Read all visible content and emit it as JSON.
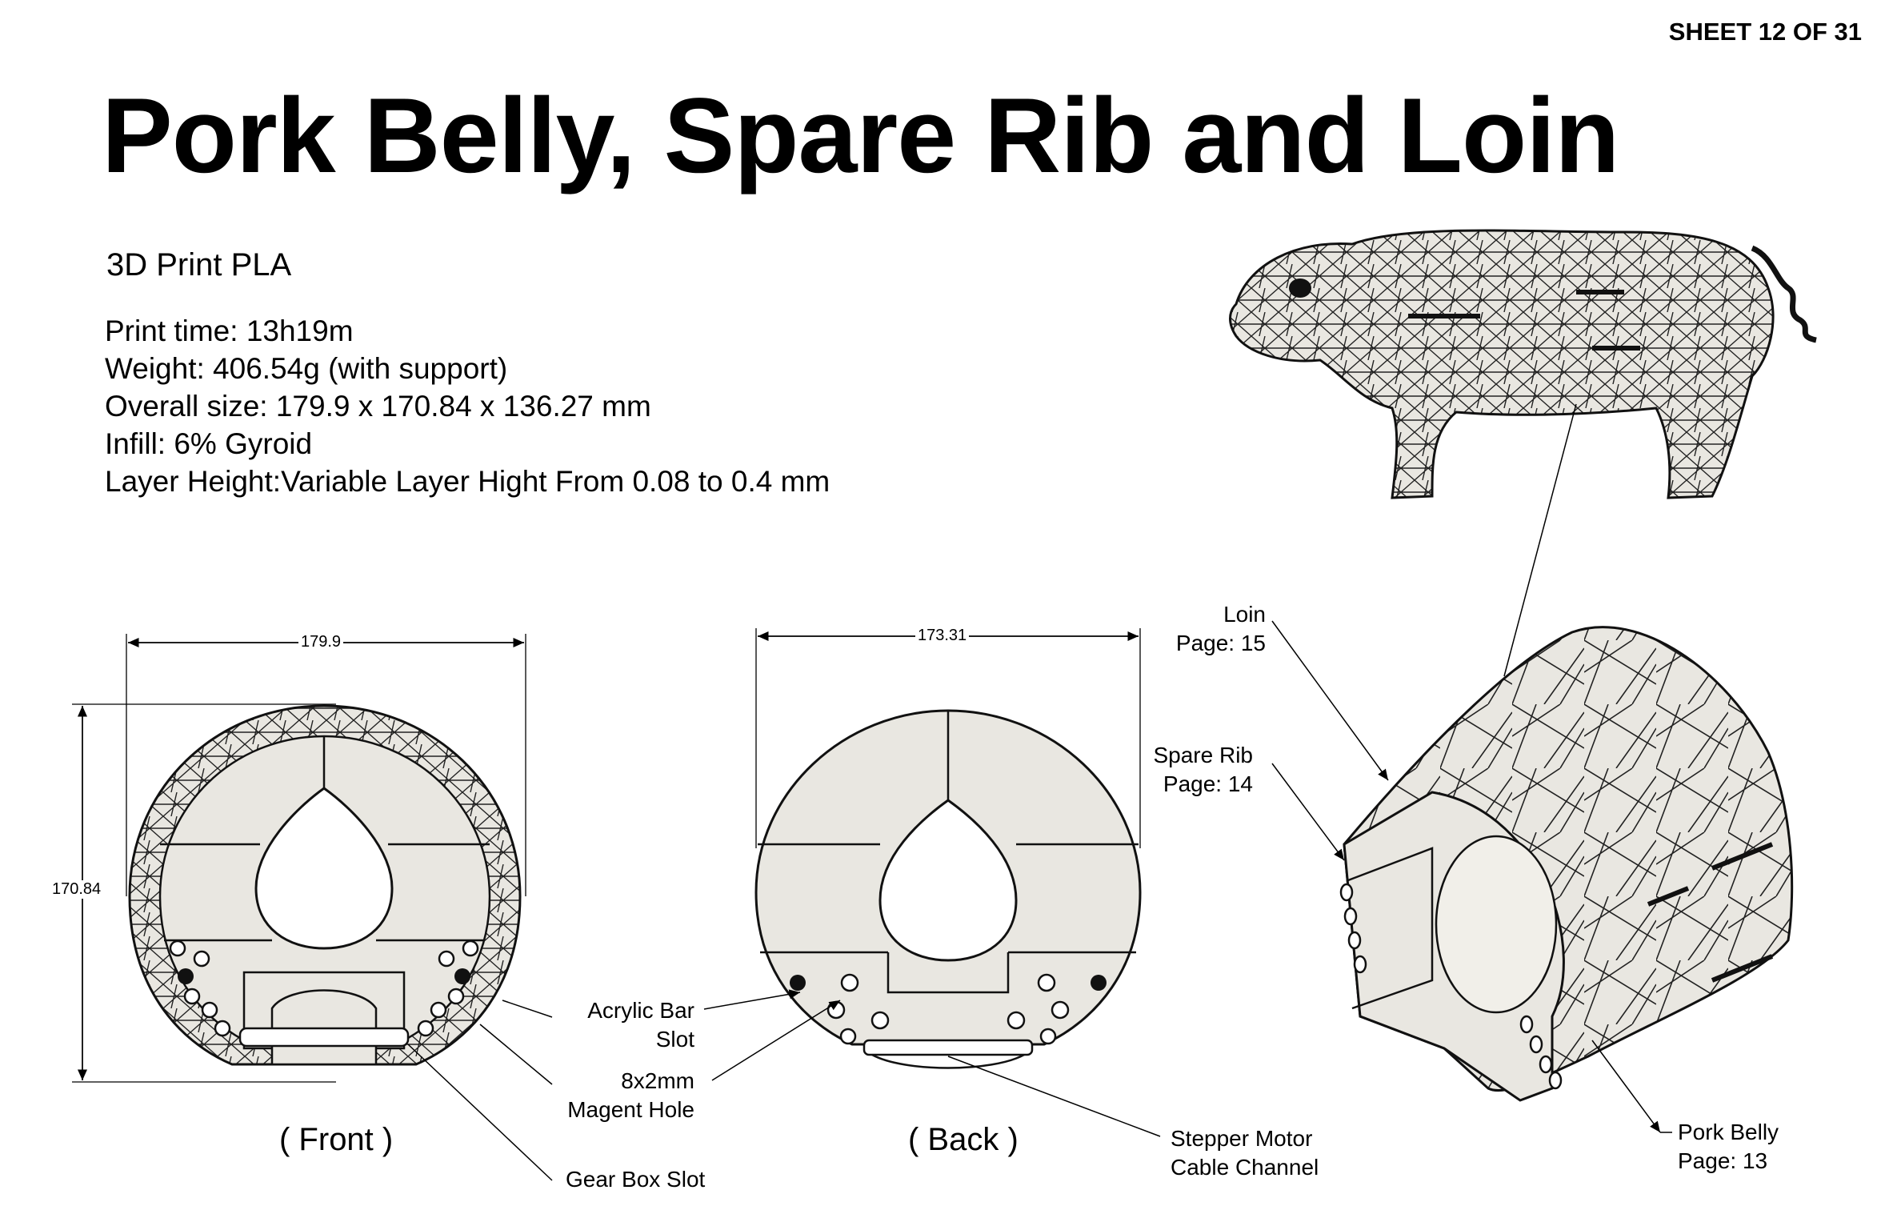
{
  "sheet": "SHEET 12 OF 31",
  "title": "Pork Belly, Spare Rib and Loin",
  "material": "3D Print PLA",
  "specs": {
    "print_time": "Print time: 13h19m",
    "weight": "Weight: 406.54g (with support)",
    "overall_size": "Overall size: 179.9 x 170.84 x 136.27 mm",
    "infill": "Infill: 6% Gyroid",
    "layer_height": "Layer Height:Variable Layer Hight From 0.08 to 0.4 mm"
  },
  "dimensions": {
    "front_width": "179.9",
    "front_height": "170.84",
    "back_width": "173.31"
  },
  "views": {
    "front": "( Front )",
    "back": "( Back )"
  },
  "callouts": {
    "acrylic_bar_slot": [
      "Acrylic Bar",
      "Slot"
    ],
    "magnet_hole": [
      "8x2mm",
      "Magent Hole"
    ],
    "gear_box_slot": "Gear Box Slot",
    "stepper_cable": [
      "Stepper Motor",
      "Cable Channel"
    ],
    "loin": [
      "Loin",
      "Page: 15"
    ],
    "spare_rib": [
      "Spare Rib",
      "Page: 14"
    ],
    "pork_belly": [
      "Pork Belly",
      "Page: 13"
    ]
  },
  "colors": {
    "part_fill": "#e9e7e1",
    "line": "#1a1a1a"
  }
}
